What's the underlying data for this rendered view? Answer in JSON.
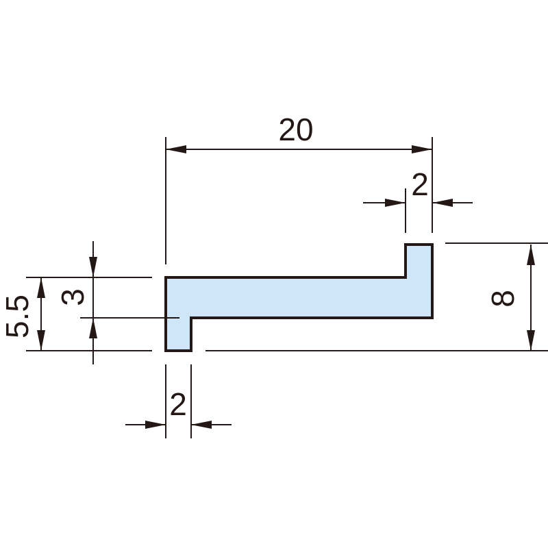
{
  "colors": {
    "profile_fill": "#cfe6f8",
    "line": "#231815",
    "background": "#ffffff"
  },
  "dimensions": {
    "overall_width": "20",
    "top_lip_thickness": "2",
    "bottom_foot_width": "2",
    "overall_height_right": "8",
    "overall_height_left": "5.5",
    "body_height": "3"
  }
}
